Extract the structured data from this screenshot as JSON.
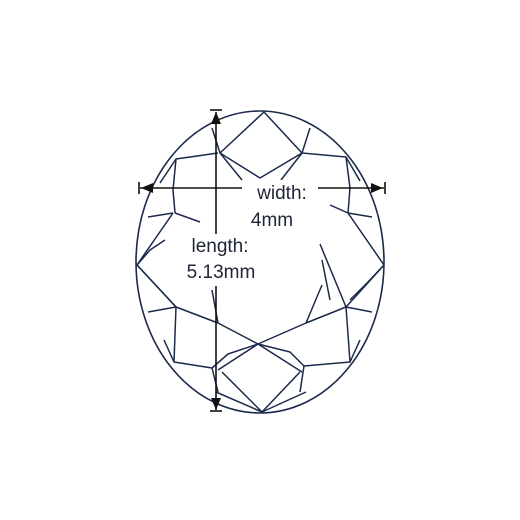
{
  "diagram": {
    "shape": "oval",
    "line_color": "#1b2a4a",
    "background": "#ffffff",
    "labels": {
      "width_caption": "width:",
      "width_value": "4mm",
      "length_caption": "length:",
      "length_value": "5.13mm"
    }
  }
}
